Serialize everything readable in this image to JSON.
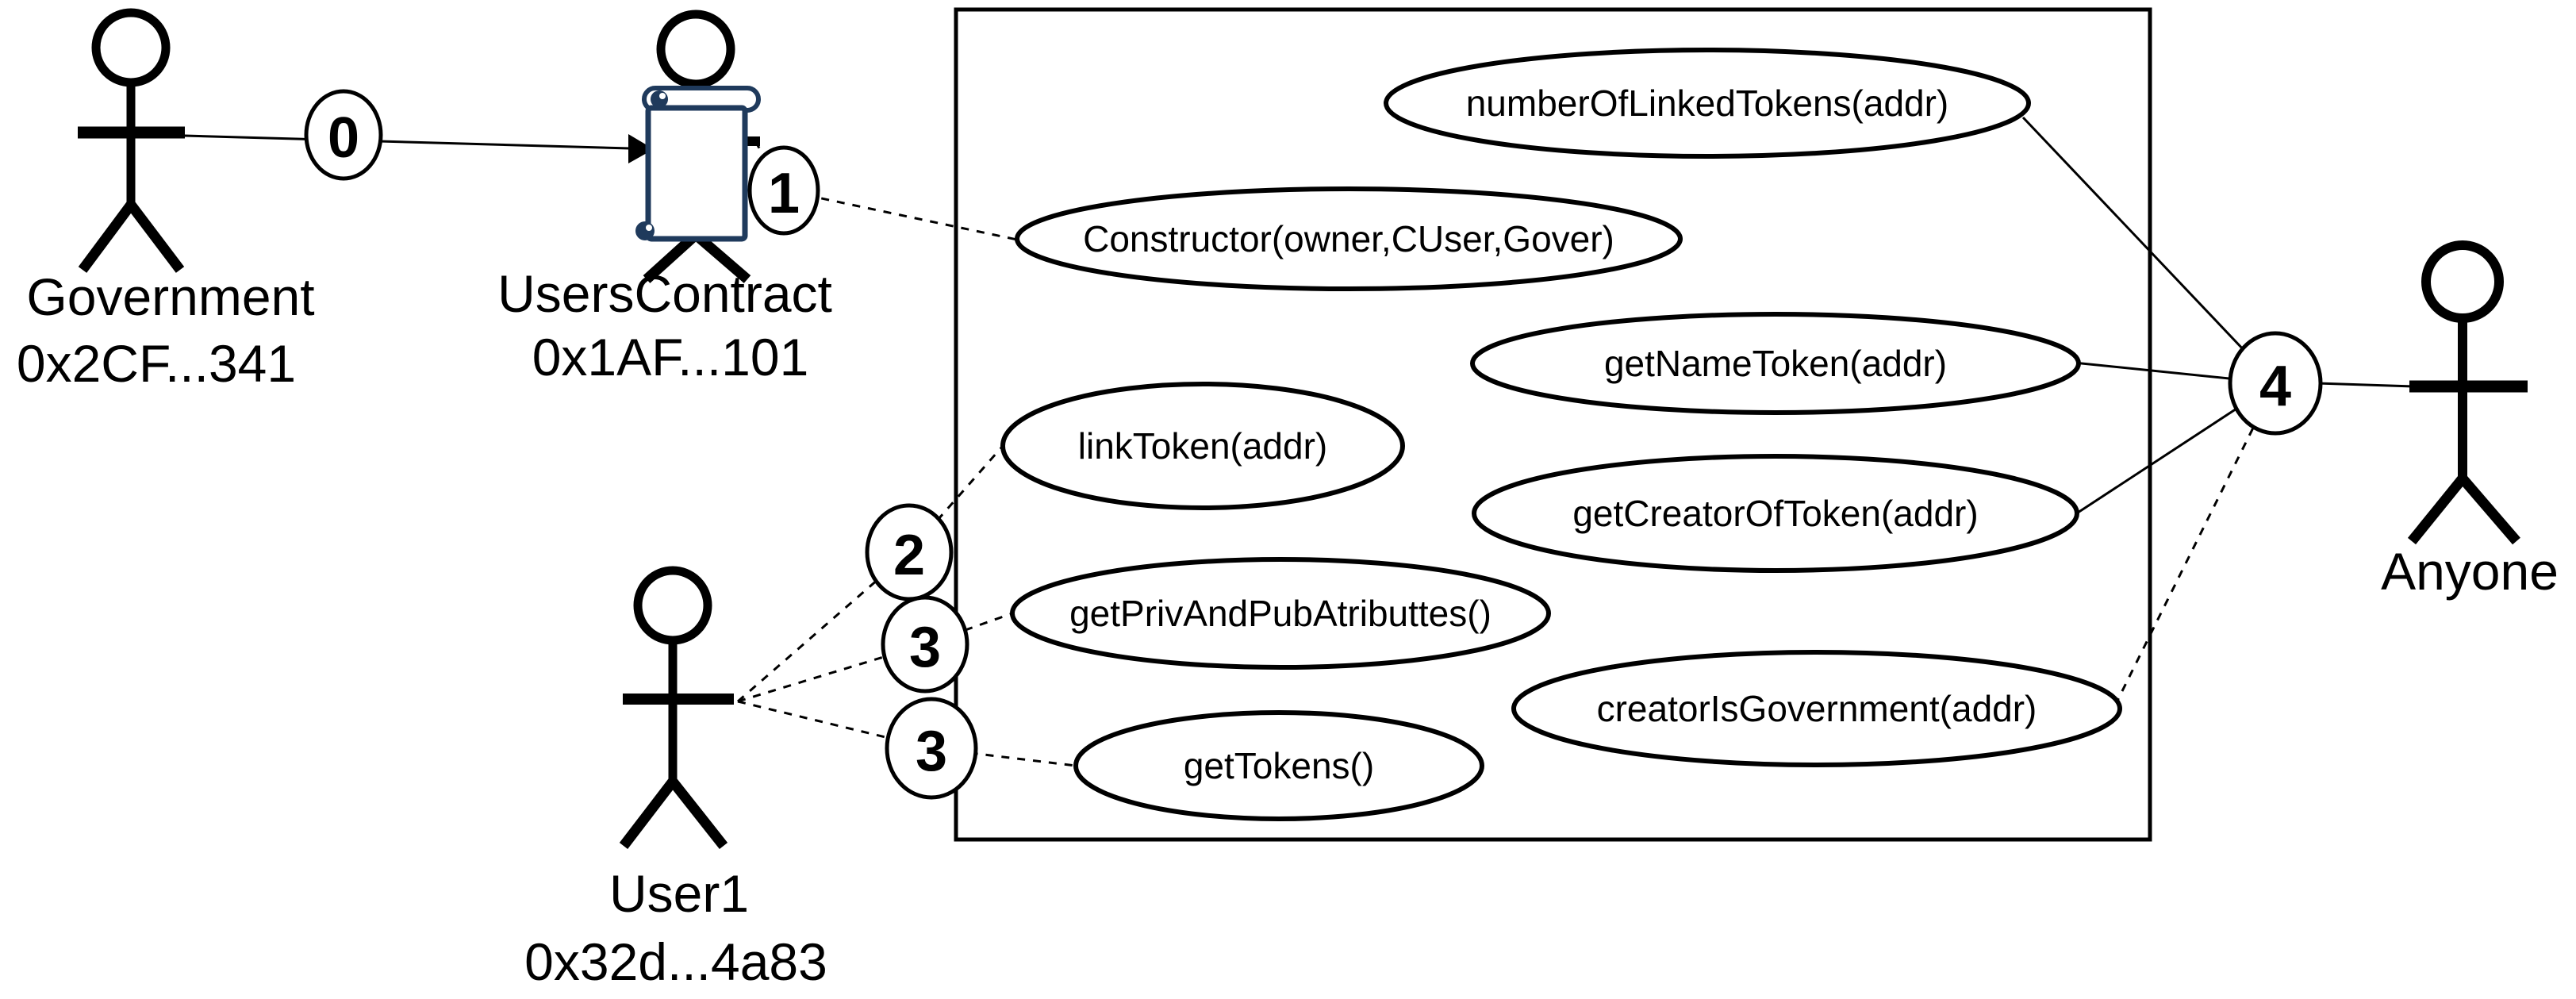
{
  "diagram": {
    "actors": {
      "government": {
        "name": "Government",
        "address": "0x2CF...341"
      },
      "users_contract": {
        "name": "UsersContract",
        "address": "0x1AF...101"
      },
      "user1": {
        "name": "User1",
        "address": "0x32d...4a83"
      },
      "anyone": {
        "name": "Anyone"
      }
    },
    "use_cases": {
      "number_of_linked_tokens": "numberOfLinkedTokens(addr)",
      "constructor": "Constructor(owner,CUser,Gover)",
      "get_name_token": "getNameToken(addr)",
      "link_token": "linkToken(addr)",
      "get_creator_of_token": "getCreatorOfToken(addr)",
      "get_priv_and_pub_atributtes": "getPrivAndPubAtributtes()",
      "creator_is_government": "creatorIsGovernment(addr)",
      "get_tokens": "getTokens()"
    },
    "steps": {
      "s0": "0",
      "s1": "1",
      "s2": "2",
      "s3a": "3",
      "s3b": "3",
      "s4": "4"
    },
    "colors": {
      "ink": "#000000",
      "scroll_outline": "#1f3a5c",
      "background": "#ffffff"
    }
  }
}
